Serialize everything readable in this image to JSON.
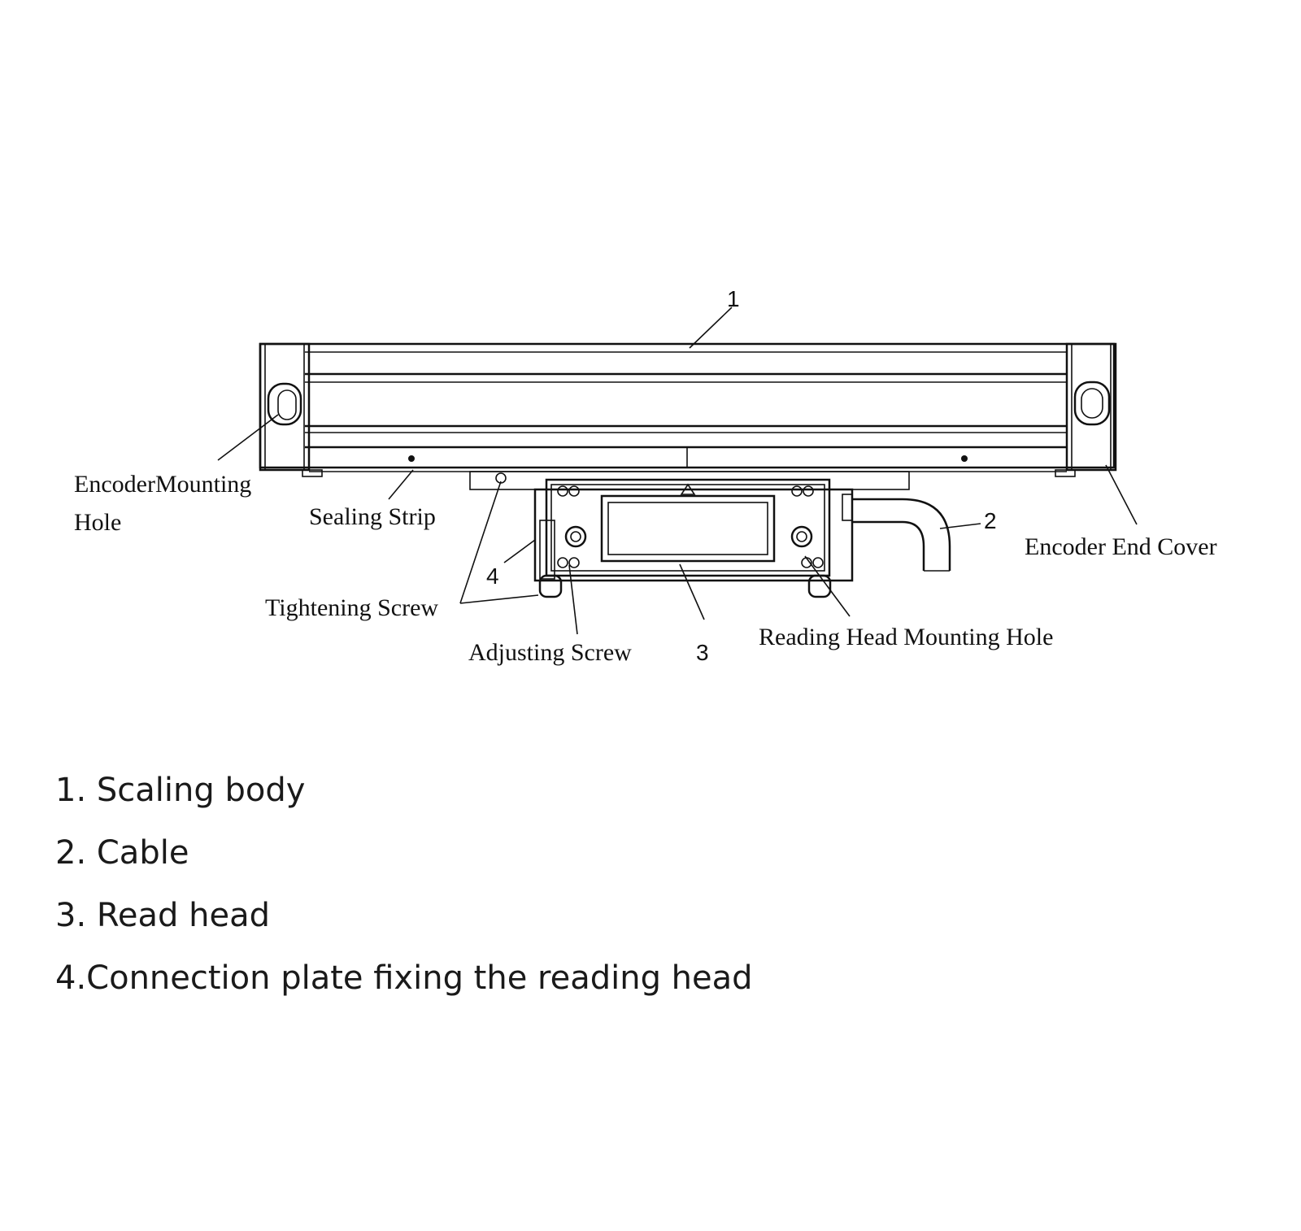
{
  "diagram": {
    "labels": {
      "encoder_mounting_hole_l1": "EncoderMounting",
      "encoder_mounting_hole_l2": "Hole",
      "sealing_strip": "Sealing Strip",
      "tightening_screw": "Tightening Screw",
      "adjusting_screw": "Adjusting Screw",
      "reading_head_mounting_hole": "Reading Head Mounting Hole",
      "encoder_end_cover": "Encoder End Cover"
    },
    "callouts": {
      "n1": "1",
      "n2": "2",
      "n3": "3",
      "n4": "4"
    }
  },
  "legend": {
    "items": [
      "1. Scaling body",
      "2. Cable",
      "3. Read head",
      "4.Connection plate fixing the reading head"
    ]
  }
}
